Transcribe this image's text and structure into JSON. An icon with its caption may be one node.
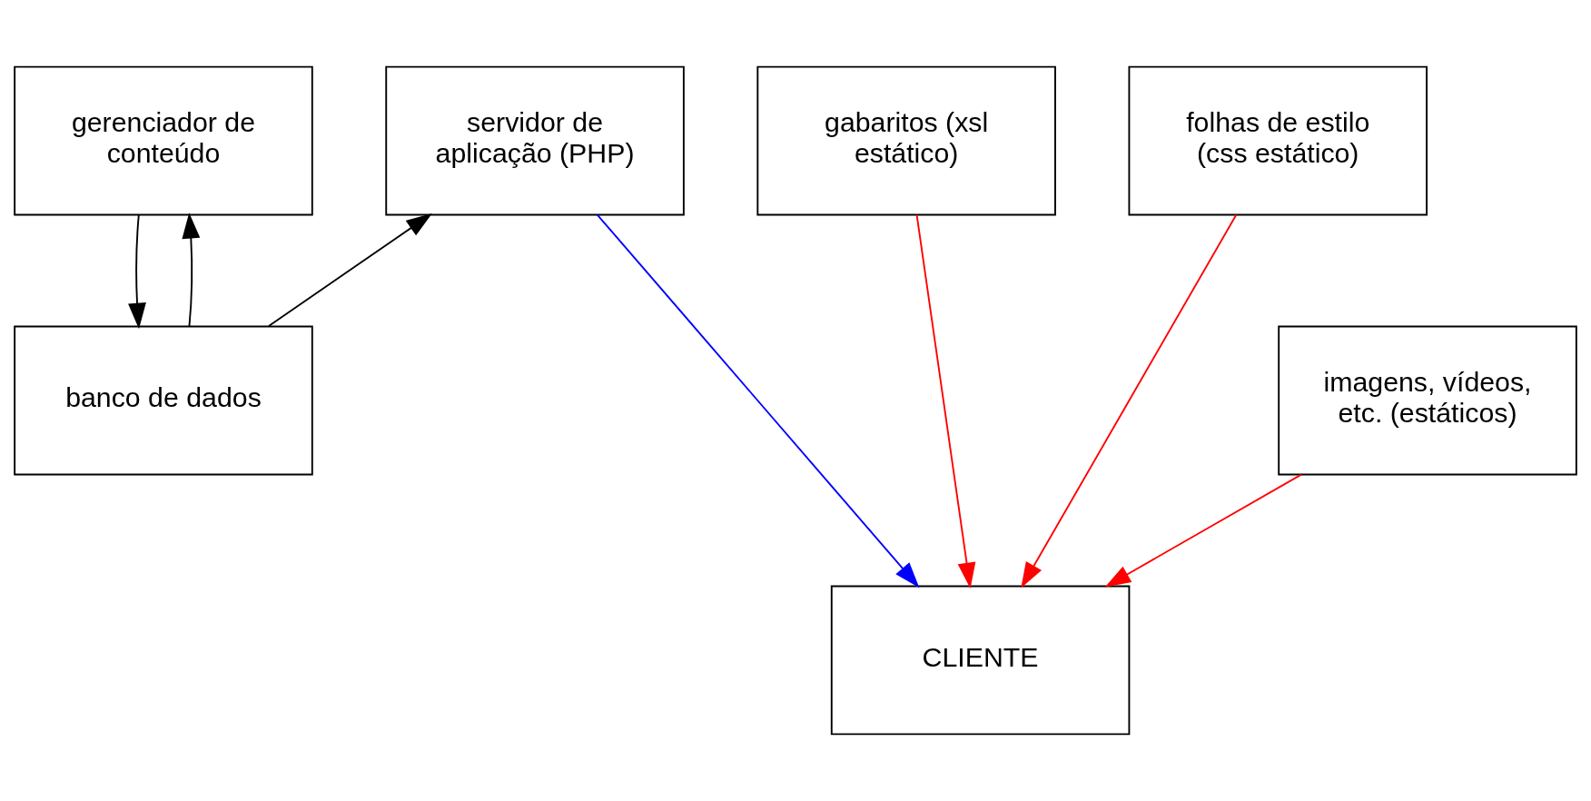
{
  "diagram": {
    "nodes": [
      {
        "text": [
          "gerenciador de conteúdo"
        ]
      },
      {
        "text": [
          "servidor de aplicação (PHP)"
        ]
      },
      {
        "text": [
          "gabaritos (xsl estático)"
        ]
      },
      {
        "text": [
          "folhas de estilo (css estático)"
        ]
      },
      {
        "text": [
          "banco de dados"
        ]
      },
      {
        "text": [
          "imagens, vídeos, etc. (estáticos)"
        ]
      },
      {
        "text": [
          "CLIENTE"
        ]
      }
    ],
    "edges": [
      {
        "from": 0,
        "to": 4,
        "arrow": "to"
      },
      {
        "from": 4,
        "to": 0,
        "arrow": "to"
      },
      {
        "from": 4,
        "to": 1,
        "arrow": "to"
      },
      {
        "from": 1,
        "to": 6,
        "arrow": "to",
        "color": "#0000ff"
      },
      {
        "from": 2,
        "to": 6,
        "arrow": "to",
        "color": "#ff0000"
      },
      {
        "from": 5,
        "to": 6,
        "arrow": "to",
        "color": "#ff0000"
      },
      {
        "from": 3,
        "to": 6,
        "arrow": "to",
        "color": "#ff0000"
      }
    ]
  }
}
